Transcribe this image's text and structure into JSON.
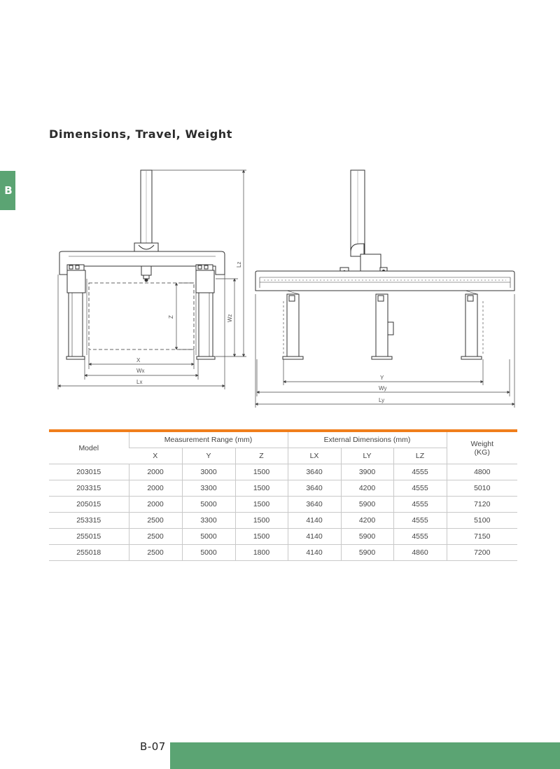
{
  "section_title": "Dimensions, Travel, Weight",
  "side_tab": "B",
  "drawing_labels": {
    "x": "X",
    "wx": "Wx",
    "lx": "Lx",
    "z": "Z",
    "wz": "Wz",
    "lz": "Lz",
    "y": "Y",
    "wy": "Wy",
    "ly": "Ly"
  },
  "table": {
    "model_header": "Model",
    "range_header": "Measurement Range (mm)",
    "ext_header": "External Dimensions (mm)",
    "weight_header": "Weight",
    "weight_unit": "(KG)",
    "sub_headers": [
      "X",
      "Y",
      "Z",
      "LX",
      "LY",
      "LZ"
    ],
    "rows": [
      [
        "203015",
        "2000",
        "3000",
        "1500",
        "3640",
        "3900",
        "4555",
        "4800"
      ],
      [
        "203315",
        "2000",
        "3300",
        "1500",
        "3640",
        "4200",
        "4555",
        "5010"
      ],
      [
        "205015",
        "2000",
        "5000",
        "1500",
        "3640",
        "5900",
        "4555",
        "7120"
      ],
      [
        "253315",
        "2500",
        "3300",
        "1500",
        "4140",
        "4200",
        "4555",
        "5100"
      ],
      [
        "255015",
        "2500",
        "5000",
        "1500",
        "4140",
        "5900",
        "4555",
        "7150"
      ],
      [
        "255018",
        "2500",
        "5000",
        "1800",
        "4140",
        "5900",
        "4860",
        "7200"
      ]
    ]
  },
  "page_number": "B-07",
  "colors": {
    "accent_green": "#5ba473",
    "accent_orange": "#f07e1b"
  }
}
